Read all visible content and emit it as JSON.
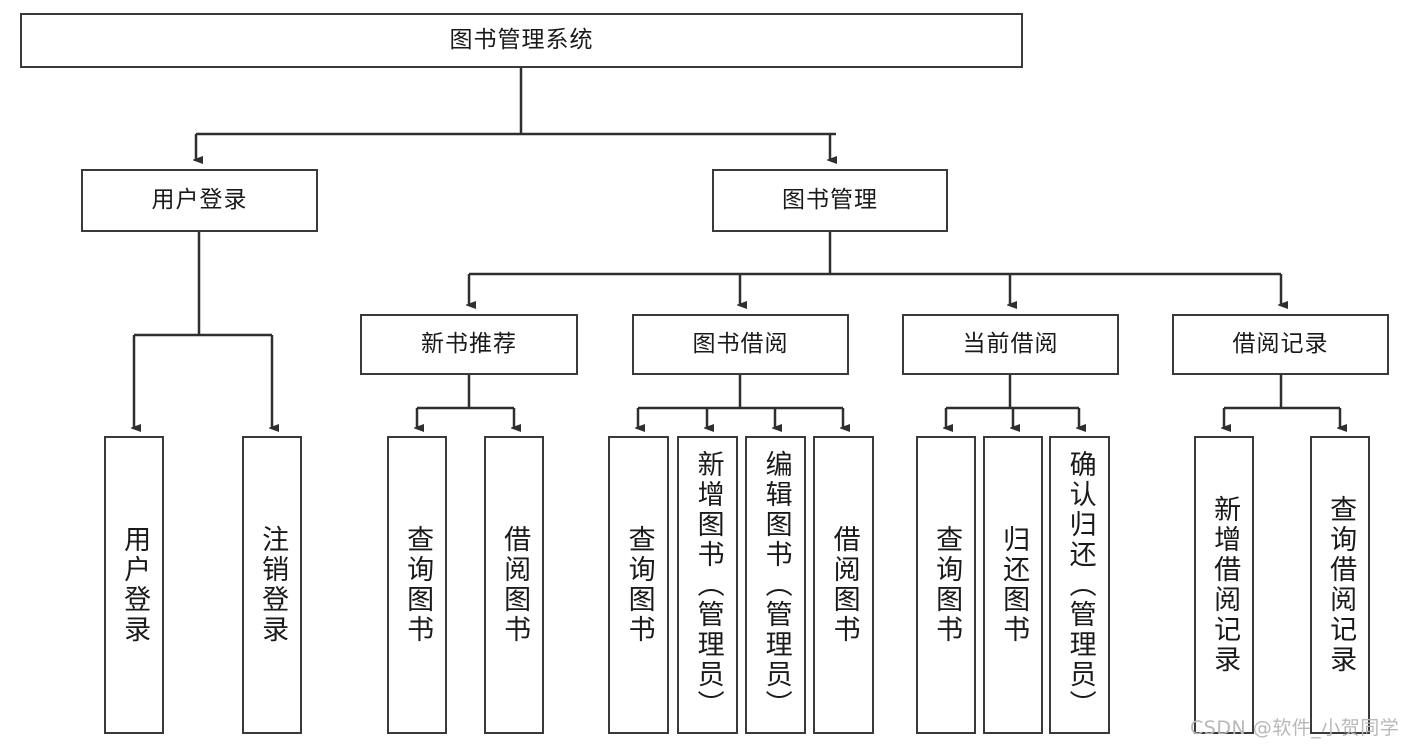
{
  "diagram": {
    "title": "图书管理系统",
    "type": "tree-hierarchy",
    "root": {
      "label": "图书管理系统"
    },
    "level2": [
      {
        "label": "用户登录"
      },
      {
        "label": "图书管理"
      }
    ],
    "level3": [
      {
        "label": "新书推荐"
      },
      {
        "label": "图书借阅"
      },
      {
        "label": "当前借阅"
      },
      {
        "label": "借阅记录"
      }
    ],
    "leaves": {
      "user_login": [
        {
          "label": "用户登录"
        },
        {
          "label": "注销登录"
        }
      ],
      "new_book_recommend": [
        {
          "label": "查询图书"
        },
        {
          "label": "借阅图书"
        }
      ],
      "book_borrow": [
        {
          "label": "查询图书"
        },
        {
          "label": "新增图书（管理员）"
        },
        {
          "label": "编辑图书（管理员）"
        },
        {
          "label": "借阅图书"
        }
      ],
      "current_borrow": [
        {
          "label": "查询图书"
        },
        {
          "label": "归还图书"
        },
        {
          "label": "确认归还（管理员）"
        }
      ],
      "borrow_record": [
        {
          "label": "新增借阅记录"
        },
        {
          "label": "查询借阅记录"
        }
      ]
    }
  },
  "watermark": {
    "text": "CSDN @软件_小贺同学"
  },
  "colors": {
    "border": "#3a3a3a",
    "background": "#ffffff",
    "text": "#1a1a1a",
    "watermark": "#b8b8b8"
  }
}
